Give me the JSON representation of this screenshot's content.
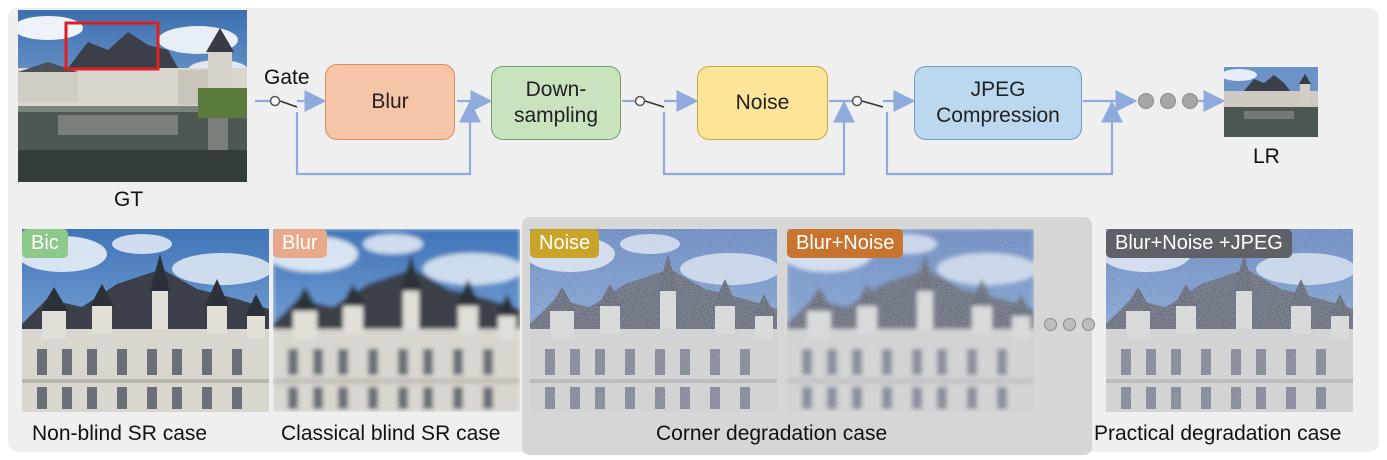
{
  "pipeline": {
    "gate_label": "Gate",
    "blur_label": "Blur",
    "downsampling_label": "Down-\nsampling",
    "noise_label": "Noise",
    "jpeg_label": "JPEG\nCompression",
    "gt_label": "GT",
    "lr_label": "LR"
  },
  "cases": [
    {
      "tag": "Bic",
      "caption": "Non-blind SR case",
      "tag_color": "#8cc98a"
    },
    {
      "tag": "Blur",
      "caption": "Classical blind SR case",
      "tag_color": "#eaa88a"
    },
    {
      "tag": "Noise",
      "tag_color": "#caa42a"
    },
    {
      "tag": "Blur+Noise",
      "tag_color": "#c9742e"
    },
    {
      "tag": "Blur+Noise +JPEG",
      "caption": "Practical degradation case",
      "tag_color": "#5f6168"
    }
  ],
  "corner_caption": "Corner degradation case",
  "colors": {
    "arrow": "#8faadc",
    "panel": "#efefef",
    "corner_panel": "#d6d6d6",
    "gt_crop_box": "#e02020"
  }
}
